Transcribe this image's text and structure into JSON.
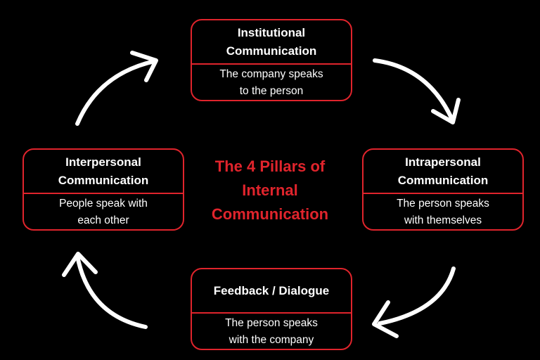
{
  "title": "The 4 Pillars of\nInternal\nCommunication",
  "colors": {
    "background": "#000000",
    "accent": "#e0242c",
    "text": "#ffffff",
    "arrow": "#ffffff"
  },
  "pillars": {
    "top": {
      "heading": "Institutional\nCommunication",
      "description": "The company speaks\nto the person"
    },
    "right": {
      "heading": "Intrapersonal\nCommunication",
      "description": "The person speaks\nwith themselves"
    },
    "bottom": {
      "heading": "Feedback / Dialogue",
      "description": "The person speaks\nwith the company"
    },
    "left": {
      "heading": "Interpersonal\nCommunication",
      "description": "People speak with\neach other"
    }
  },
  "arrows": [
    "curved-arrow-icon",
    "curved-arrow-icon",
    "curved-arrow-icon",
    "curved-arrow-icon"
  ]
}
